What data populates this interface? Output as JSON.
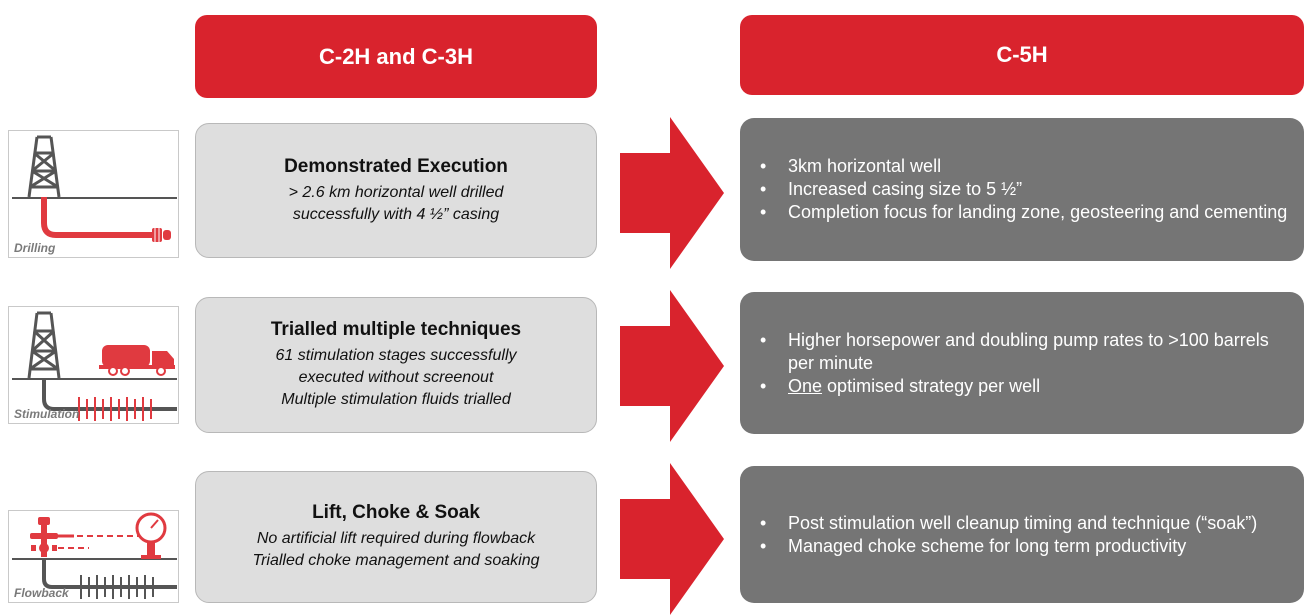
{
  "columns": {
    "left_header": "C-2H and C-3H",
    "right_header": "C-5H"
  },
  "rows": [
    {
      "icon_label": "Drilling",
      "left_title": "Demonstrated Execution",
      "left_lines": [
        "> 2.6 km horizontal well drilled",
        "successfully with 4 ½” casing"
      ],
      "bullets": [
        "3km horizontal well",
        "Increased casing size to 5 ½”",
        "Completion focus for landing zone, geosteering and cementing"
      ]
    },
    {
      "icon_label": "Stimulation",
      "left_title": "Trialled multiple techniques",
      "left_lines": [
        "61 stimulation stages successfully",
        "executed without screenout",
        "Multiple stimulation fluids trialled"
      ],
      "bullets": [
        "Higher horsepower and doubling pump rates to >100 barrels per minute",
        "optimised strategy per well"
      ],
      "bullet_emphasis": "One"
    },
    {
      "icon_label": "Flowback",
      "left_title": "Lift, Choke & Soak",
      "left_lines": [
        "No artificial lift required during flowback",
        "Trialled choke management and soaking"
      ],
      "bullets": [
        "Post stimulation well cleanup timing and technique (“soak”)",
        "Managed choke scheme for long term productivity"
      ]
    }
  ],
  "colors": {
    "accent_red": "#d9232d",
    "left_box": "#dedede",
    "right_box": "#757575",
    "icon_dark": "#555555"
  }
}
